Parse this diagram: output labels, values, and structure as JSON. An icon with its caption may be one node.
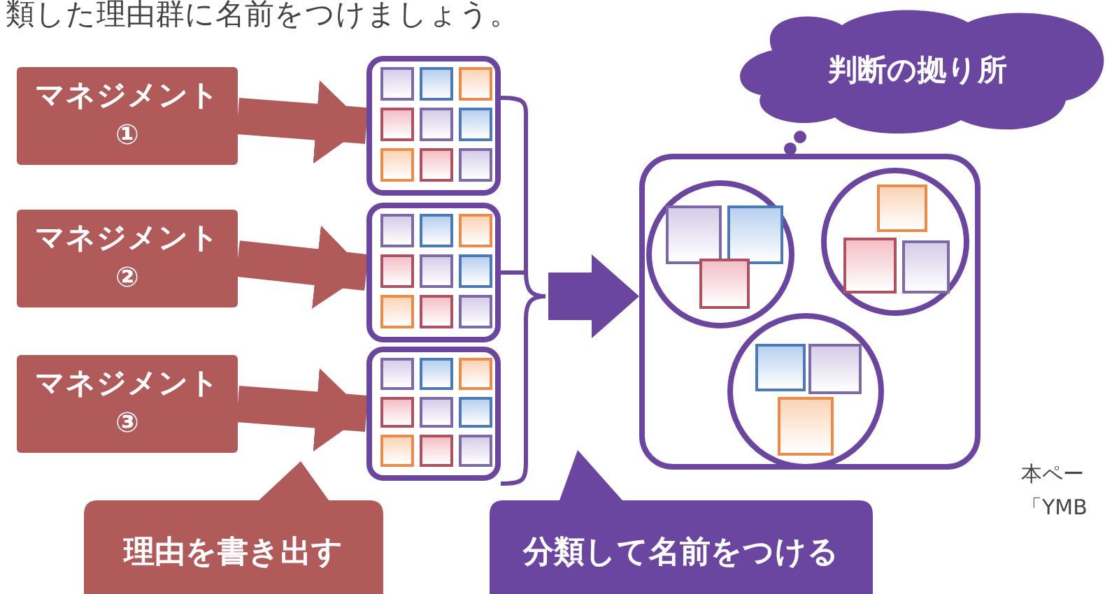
{
  "diagram": {
    "title": "類した理由群に名前をつけましょう。",
    "nodes": [
      {
        "text": [
          "マネジメント",
          "①"
        ]
      },
      {
        "text": [
          "マネジメント",
          "②"
        ]
      },
      {
        "text": [
          "マネジメント",
          "③"
        ]
      },
      {
        "text": [],
        "shape": "box"
      },
      {
        "text": [],
        "shape": "box"
      },
      {
        "text": [],
        "shape": "box"
      },
      {
        "text": [],
        "shape": "box"
      },
      {
        "text": [],
        "shape": "circle",
        "in": 6
      },
      {
        "text": [],
        "shape": "circle",
        "in": 6
      },
      {
        "text": [],
        "shape": "circle",
        "in": 6
      },
      {
        "text": [
          "判断の拠り所"
        ]
      },
      {
        "text": [
          "理由を書き出す"
        ]
      },
      {
        "text": [
          "分類して名前をつける"
        ]
      }
    ],
    "edges": [
      {
        "from": 0,
        "to": 3,
        "arrow": "to",
        "style": "thick"
      },
      {
        "from": 1,
        "to": 4,
        "arrow": "to",
        "style": "thick"
      },
      {
        "from": 2,
        "to": 5,
        "arrow": "to",
        "style": "thick"
      },
      {
        "from": 3,
        "to": 6,
        "arrow": "to",
        "color": "#6b46a0"
      },
      {
        "from": 4,
        "to": 6,
        "arrow": "to",
        "color": "#6b46a0"
      },
      {
        "from": 5,
        "to": 6,
        "arrow": "to",
        "color": "#6b46a0"
      },
      {
        "from": 10,
        "to": 6,
        "arrow": "none",
        "style": "dashed",
        "color": "#6b46a0"
      }
    ],
    "labels": [
      "本ペー",
      "「YMB"
    ]
  }
}
